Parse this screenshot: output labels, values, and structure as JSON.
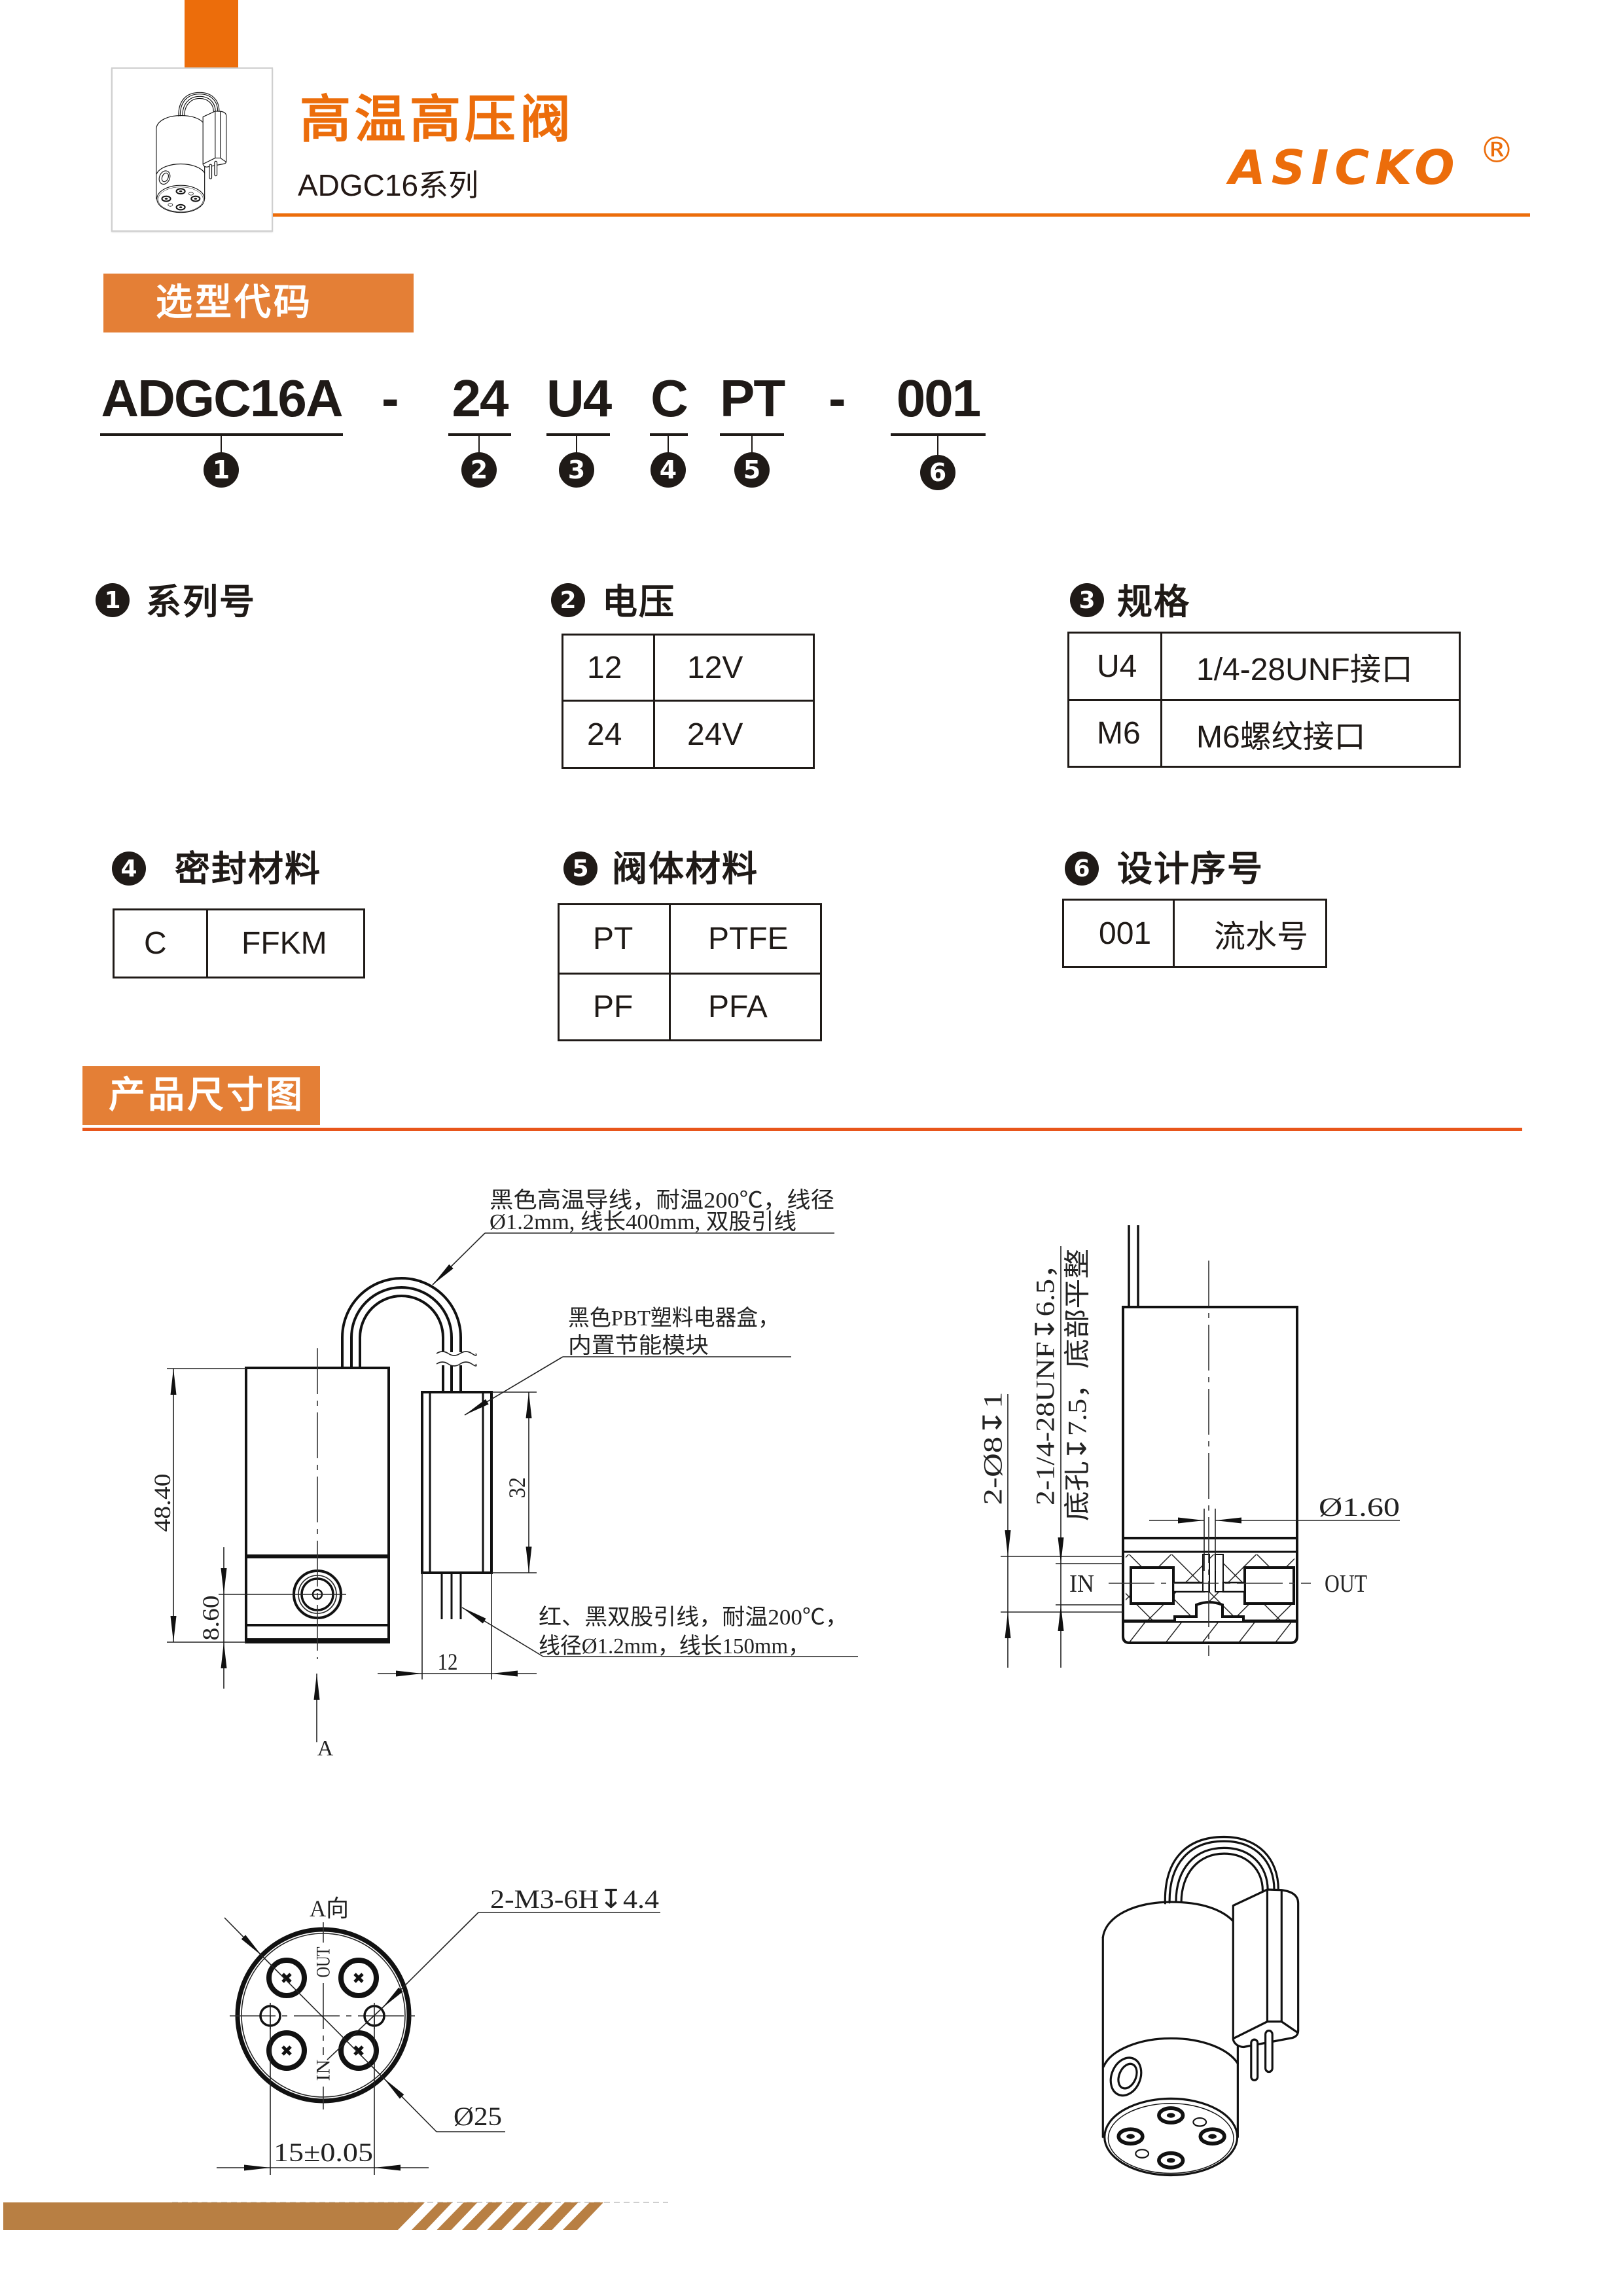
{
  "header": {
    "title": "高温高压阀",
    "series": "ADGC16系列",
    "brand_logo": "ASICKO",
    "registered_mark": "®"
  },
  "theme": {
    "accent": "#EC6D0B",
    "section_label_bg": "#E47F36",
    "divider": "#E8561B",
    "footer_bar": "#B87F43",
    "text": "#1F1A17"
  },
  "model_code": {
    "section_title": "选型代码",
    "parts": [
      {
        "text": "ADGC16A",
        "marker": "1"
      },
      {
        "text": "24",
        "marker": "2"
      },
      {
        "text": "U4",
        "marker": "3"
      },
      {
        "text": "C",
        "marker": "4"
      },
      {
        "text": "PT",
        "marker": "5"
      },
      {
        "text": "001",
        "marker": "6"
      }
    ],
    "separators": [
      "-",
      "-"
    ]
  },
  "options": [
    {
      "marker": "1",
      "title": "系列号",
      "rows": []
    },
    {
      "marker": "2",
      "title": "电压",
      "rows": [
        {
          "code": "12",
          "desc": "12V"
        },
        {
          "code": "24",
          "desc": "24V"
        }
      ]
    },
    {
      "marker": "3",
      "title": "规格",
      "rows": [
        {
          "code": "U4",
          "desc": "1/4-28UNF接口"
        },
        {
          "code": "M6",
          "desc": "M6螺纹接口"
        }
      ]
    },
    {
      "marker": "4",
      "title": "密封材料",
      "rows": [
        {
          "code": "C",
          "desc": "FFKM"
        }
      ]
    },
    {
      "marker": "5",
      "title": "阀体材料",
      "rows": [
        {
          "code": "PT",
          "desc": "PTFE"
        },
        {
          "code": "PF",
          "desc": "PFA"
        }
      ]
    },
    {
      "marker": "6",
      "title": "设计序号",
      "rows": [
        {
          "code": "001",
          "desc": "流水号"
        }
      ]
    }
  ],
  "dimensions": {
    "section_title": "产品尺寸图",
    "side_view": {
      "lead_wire_note": [
        "黑色高温导线，耐温200℃，线径",
        "Ø1.2mm, 线长400mm, 双股引线"
      ],
      "module_note": [
        "黑色PBT塑料电器盒，",
        "内置节能模块"
      ],
      "pin_lead_note": [
        "红、黑双股引线，耐温200℃，",
        "线径Ø1.2mm，线长150mm，"
      ],
      "overall_height": "48.40",
      "port_height": "8.60",
      "module_height": "32",
      "module_width": "12",
      "view_arrow_label": "A"
    },
    "section_view": {
      "counterbore": "2-Ø8↧1",
      "port_thread": [
        "2-1/4-28UNF↧6.5，",
        "底孔↧7.5，底部平整"
      ],
      "orifice": "Ø1.60",
      "inlet": "IN",
      "outlet": "OUT"
    },
    "bottom_view": {
      "title": "A向",
      "mount_thread": "2-M3-6H↧4.4",
      "diameter": "Ø25",
      "port_spacing": "15±0.05",
      "outlet": "OUT",
      "inlet": "IN"
    }
  }
}
